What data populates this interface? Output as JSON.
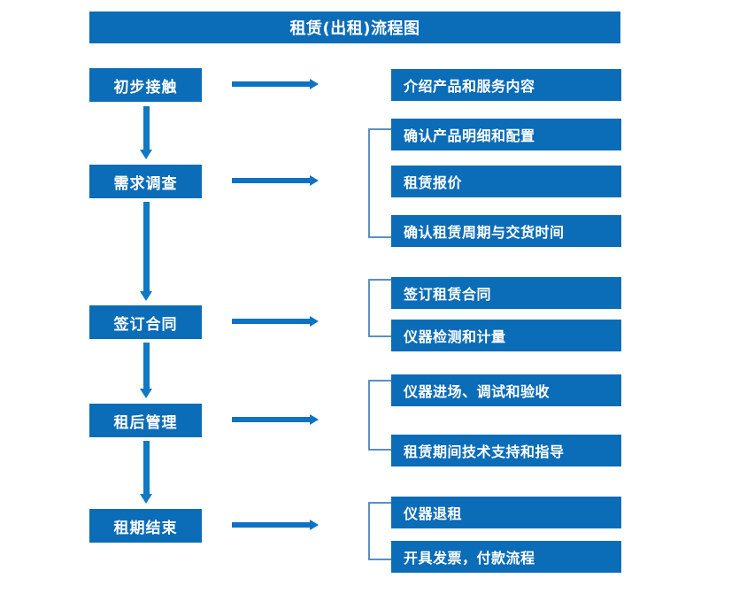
{
  "diagram": {
    "title": "租赁(出租)流程图",
    "colors": {
      "box_fill": "#0b6cb8",
      "box_text": "#ffffff",
      "arrow": "#0d72c4",
      "bracket": "#5b8fc4",
      "background": "#ffffff"
    },
    "stages": [
      {
        "label": "初步接触"
      },
      {
        "label": "需求调查"
      },
      {
        "label": "签订合同"
      },
      {
        "label": "租后管理"
      },
      {
        "label": "租期结束"
      }
    ],
    "details": [
      {
        "label": "介绍产品和服务内容"
      },
      {
        "label": "确认产品明细和配置"
      },
      {
        "label": "租赁报价"
      },
      {
        "label": "确认租赁周期与交货时间"
      },
      {
        "label": "签订租赁合同"
      },
      {
        "label": "仪器检测和计量"
      },
      {
        "label": "仪器进场、调试和验收"
      },
      {
        "label": "租赁期间技术支持和指导"
      },
      {
        "label": "仪器退租"
      },
      {
        "label": "开具发票，付款流程"
      }
    ],
    "connectors": {
      "stage_flow_arrow": "down-arrow",
      "stage_to_detail_arrow": "right-arrow",
      "group_bracket": "left-bracket"
    }
  }
}
